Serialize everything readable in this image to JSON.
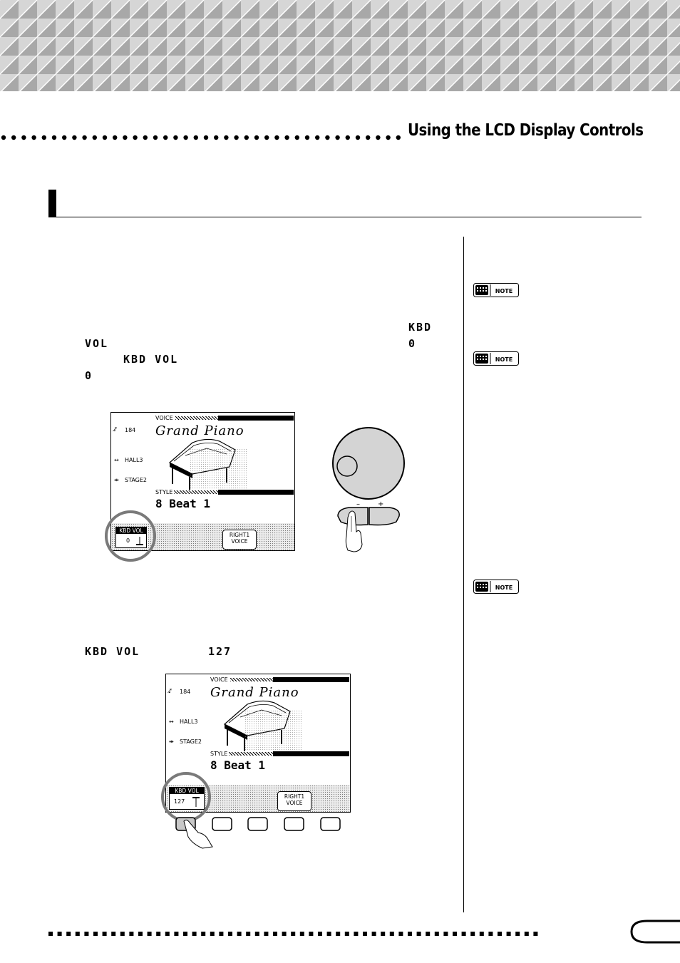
{
  "header": {
    "chapter_title": "Using the LCD Display Controls"
  },
  "main": {
    "param_kbd": "KBD",
    "param_vol": "VOL",
    "value_zero_a": "0",
    "param_kbd_vol_1": "KBD VOL",
    "value_zero_b": "0",
    "param_kbd_vol_2": "KBD VOL",
    "value_127": "127"
  },
  "sidebar": {
    "note_label": "NOTE"
  },
  "screen1": {
    "voice_label": "VOICE",
    "voice_name": "Grand Piano",
    "tempo": "184",
    "reverb": "HALL3",
    "effect": "STAGE2",
    "style_label": "STYLE",
    "style_name": "8 Beat 1",
    "kbd_vol_label": "KBD VOL",
    "kbd_vol_value": "0",
    "right1_line1": "RIGHT1",
    "right1_line2": "VOICE"
  },
  "screen2": {
    "voice_label": "VOICE",
    "voice_name": "Grand Piano",
    "tempo": "184",
    "reverb": "HALL3",
    "effect": "STAGE2",
    "style_label": "STYLE",
    "style_name": "8 Beat 1",
    "kbd_vol_label": "KBD VOL",
    "kbd_vol_value": "127",
    "right1_line1": "RIGHT1",
    "right1_line2": "VOICE"
  },
  "dial": {
    "minus_label": "–",
    "plus_label": "+"
  },
  "colors": {
    "header_light": "#d6d6d6",
    "header_dark": "#a8a8a8",
    "highlight_ring": "#7a7a7a",
    "dial_fill": "#d4d4d4"
  }
}
